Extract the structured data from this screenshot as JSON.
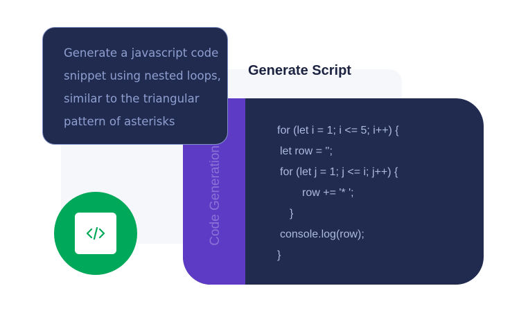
{
  "prompt": {
    "text": "Generate a javascript code snippet using nested loops, similar to the triangular pattern of asterisks"
  },
  "title": "Generate Script",
  "side_label": "Code Generation",
  "code": [
    "for (let i = 1; i <= 5; i++) {",
    " let row = '';",
    " for (let j = 1; j <= i; j++) {",
    "        row += '* ';",
    "    }",
    " console.log(row);",
    "}"
  ],
  "colors": {
    "accent": "#5e3bc4",
    "dark": "#212b50",
    "green": "#00a859"
  },
  "icon": "code-icon"
}
